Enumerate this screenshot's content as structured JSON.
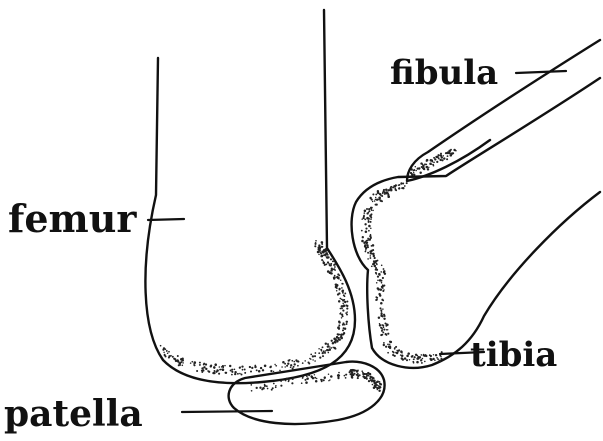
{
  "diagram": {
    "labels": {
      "fibula": "fibula",
      "femur": "femur",
      "tibia": "tibia",
      "patella": "patella"
    },
    "colors": {
      "ink": "#111111",
      "stipple": "#222222",
      "background": "#ffffff"
    }
  }
}
